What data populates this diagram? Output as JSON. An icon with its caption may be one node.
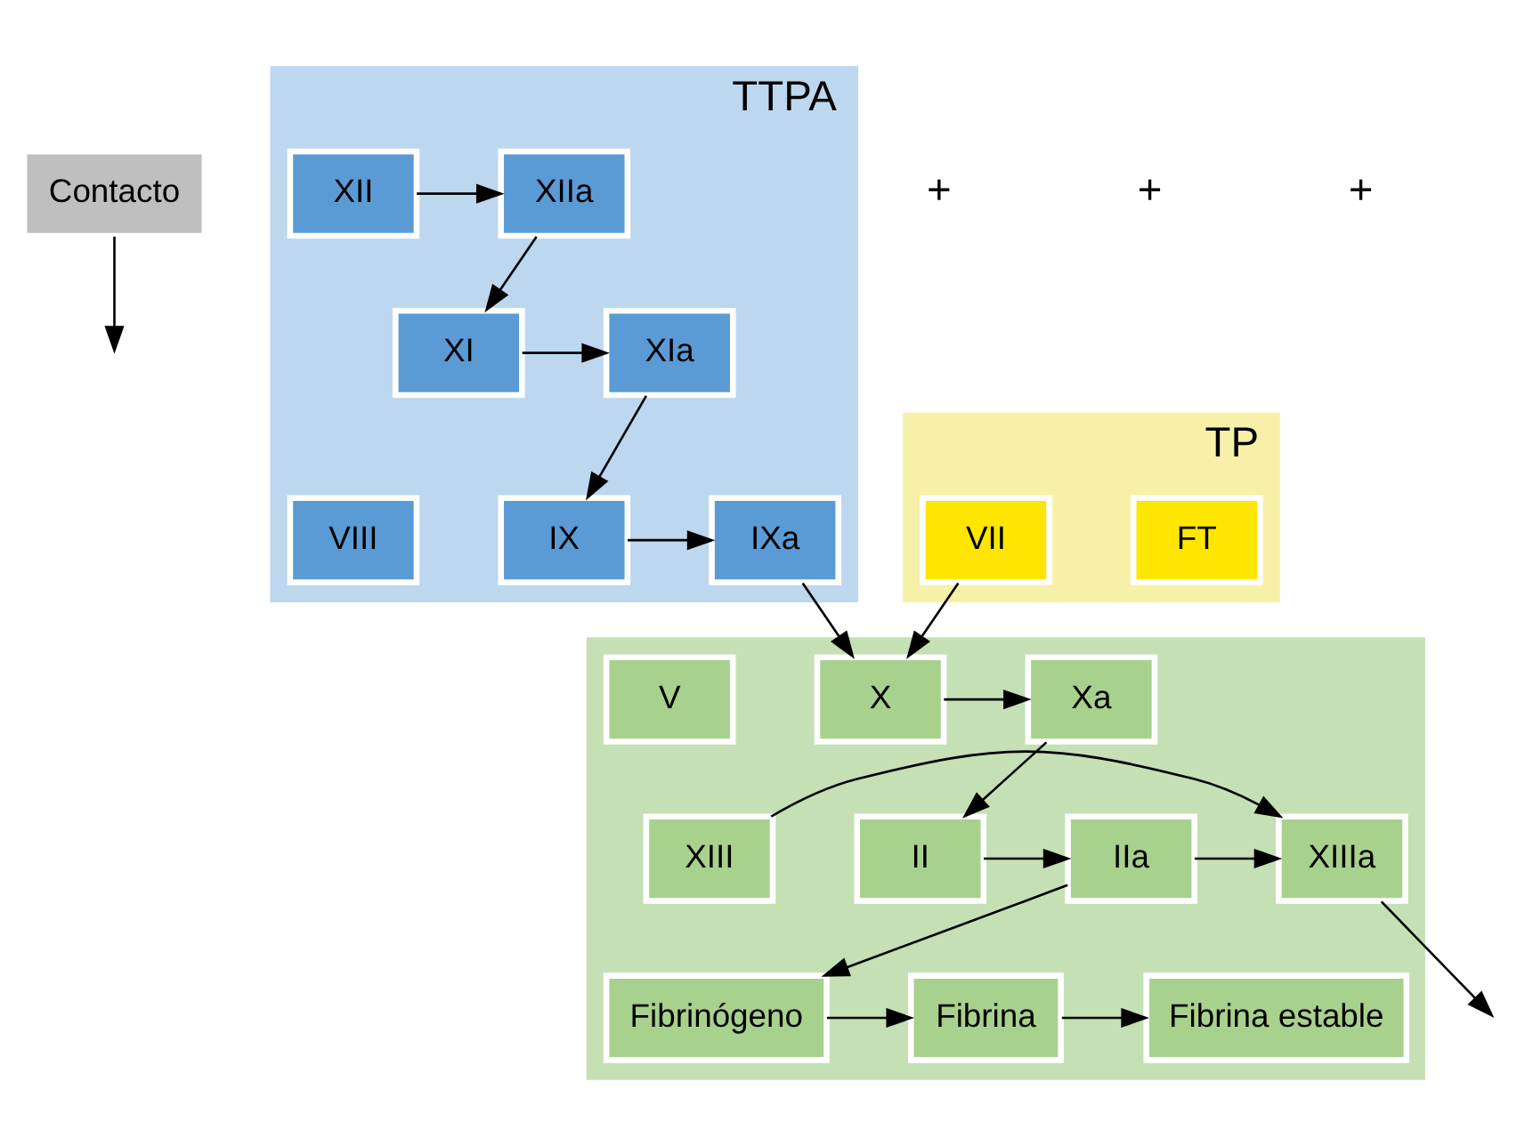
{
  "diagram": {
    "nodes": [
      {
        "text": [
          "Contacto"
        ]
      },
      {
        "text": [
          "TTPA"
        ]
      },
      {
        "text": [
          "XII"
        ],
        "in": 1
      },
      {
        "text": [
          "XIIa"
        ],
        "in": 1
      },
      {
        "text": [
          "XI"
        ],
        "in": 1
      },
      {
        "text": [
          "XIa"
        ],
        "in": 1
      },
      {
        "text": [
          "IX"
        ],
        "in": 1
      },
      {
        "text": [
          "IXa"
        ],
        "in": 1
      },
      {
        "text": [
          "VIII"
        ],
        "in": 1
      },
      {
        "text": [
          "TP"
        ]
      },
      {
        "text": [
          "FT"
        ],
        "in": 9
      },
      {
        "text": [
          "VII"
        ],
        "in": 9
      },
      {
        "text": [],
        "shape": "box"
      },
      {
        "text": [
          "X"
        ],
        "in": 12
      },
      {
        "text": [
          "Xa"
        ],
        "in": 12
      },
      {
        "text": [
          "V"
        ],
        "in": 12
      },
      {
        "text": [
          "II"
        ],
        "in": 12
      },
      {
        "text": [
          "IIa"
        ],
        "in": 12
      },
      {
        "text": [
          "XIII"
        ],
        "in": 12
      },
      {
        "text": [
          "XIIIa"
        ],
        "in": 12
      },
      {
        "text": [
          "Fibrinógeno"
        ],
        "in": 12
      },
      {
        "text": [
          "Fibrina"
        ],
        "in": 12
      },
      {
        "text": [
          "Fibrina estable"
        ],
        "in": 12
      }
    ],
    "edges": [
      {
        "from": 0,
        "to": null,
        "arrow": "to"
      },
      {
        "from": 2,
        "to": 3,
        "arrow": "to"
      },
      {
        "from": 3,
        "to": 4,
        "arrow": "to"
      },
      {
        "from": 4,
        "to": 5,
        "arrow": "to"
      },
      {
        "from": 5,
        "to": 6,
        "arrow": "to"
      },
      {
        "from": 6,
        "to": 7,
        "arrow": "to"
      },
      {
        "from": 7,
        "to": 13,
        "arrow": "to"
      },
      {
        "from": 11,
        "to": 13,
        "arrow": "to"
      },
      {
        "from": 13,
        "to": 14,
        "arrow": "to"
      },
      {
        "from": 14,
        "to": 16,
        "arrow": "to"
      },
      {
        "from": 16,
        "to": 17,
        "arrow": "to"
      },
      {
        "from": 17,
        "to": 19,
        "arrow": "to"
      },
      {
        "from": 18,
        "to": 19,
        "arrow": "to"
      },
      {
        "from": 17,
        "to": 20,
        "arrow": "to"
      },
      {
        "from": 20,
        "to": 21,
        "arrow": "to"
      },
      {
        "from": 19,
        "to": null,
        "arrow": "to"
      },
      {
        "from": 21,
        "to": 22,
        "arrow": "to"
      }
    ],
    "labels": [
      "+",
      "+",
      "+"
    ]
  }
}
